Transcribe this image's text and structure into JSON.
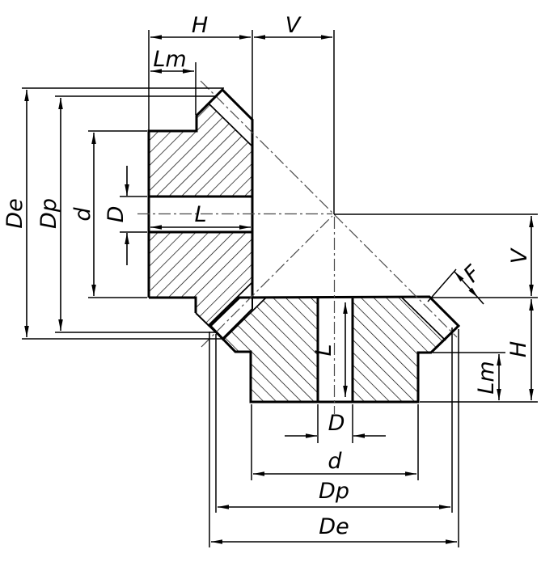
{
  "drawing": {
    "type": "technical-drawing",
    "subject": "bevel gear pair cross-section with dimension callouts",
    "colors": {
      "line": "#000000",
      "centerline": "#4a4a4a",
      "background": "#ffffff"
    },
    "labels": {
      "h_top": "H",
      "v_top": "V",
      "lm_top": "Lm",
      "de_left": "De",
      "dp_left": "Dp",
      "d_left": "d",
      "bore_left": "D",
      "l_upper": "L",
      "v_right": "V",
      "h_right": "H",
      "lm_right": "Lm",
      "f_right": "F",
      "l_lower": "L",
      "bore_bottom": "D",
      "d_bottom": "d",
      "dp_bottom": "Dp",
      "de_bottom": "De"
    }
  }
}
